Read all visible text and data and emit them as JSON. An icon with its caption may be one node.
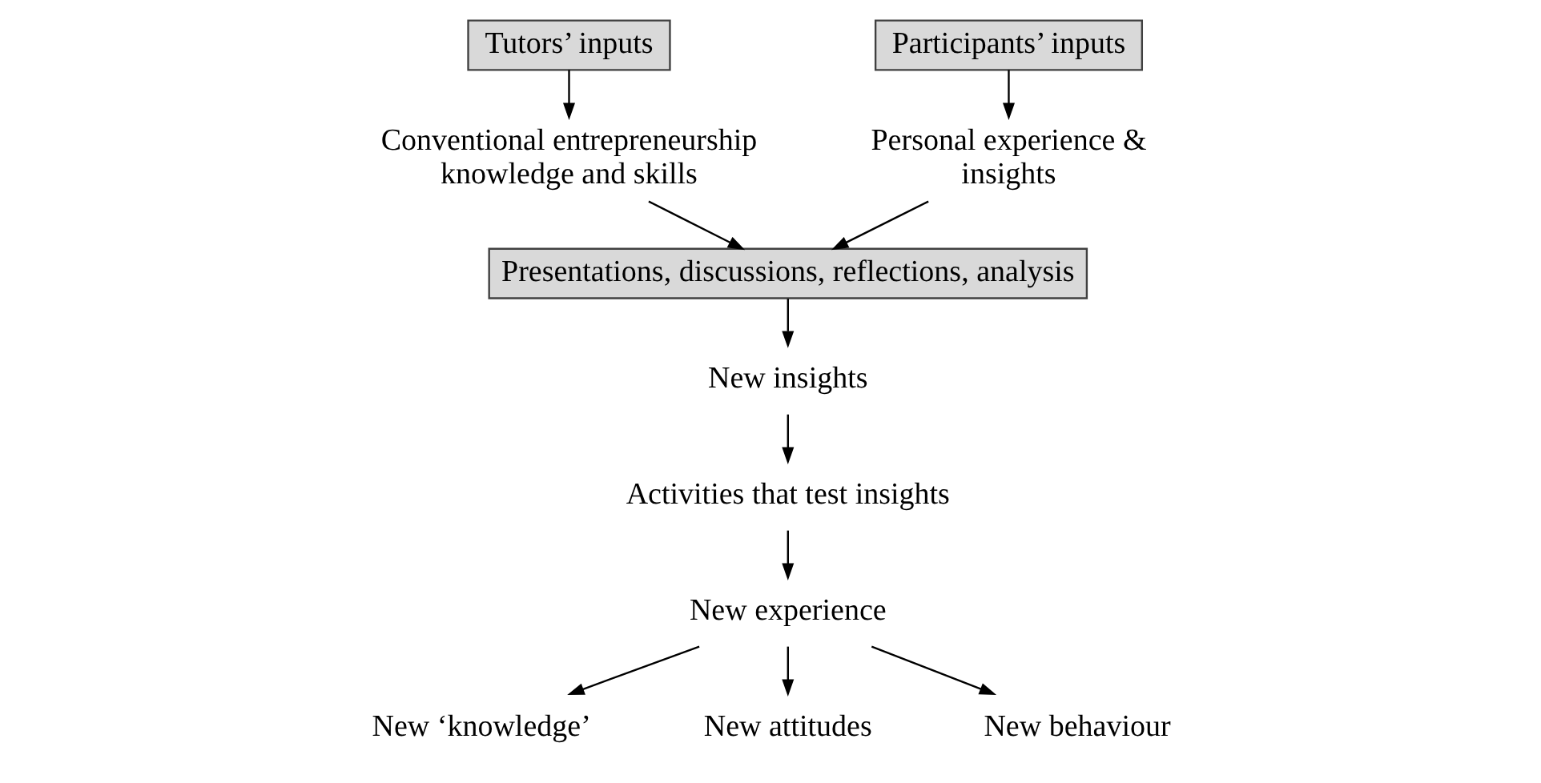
{
  "diagram": {
    "nodes": [
      {
        "text": [
          "Tutors’ inputs"
        ]
      },
      {
        "text": [
          "Participants’ inputs"
        ]
      },
      {
        "text": [
          "Conventional entrepreneurship knowledge and skills"
        ]
      },
      {
        "text": [
          "Personal experience & insights"
        ]
      },
      {
        "text": [
          "Presentations, discussions, reflections, analysis"
        ]
      },
      {
        "text": [
          "New insights"
        ]
      },
      {
        "text": [
          "Activities that test insights"
        ]
      },
      {
        "text": [
          "New experience"
        ]
      },
      {
        "text": [
          "New ‘knowledge’"
        ]
      },
      {
        "text": [
          "New attitudes"
        ]
      },
      {
        "text": [
          "New behaviour"
        ]
      }
    ],
    "edges": [
      {
        "from": 0,
        "to": 2,
        "arrow": "to"
      },
      {
        "from": 1,
        "to": 3,
        "arrow": "to"
      },
      {
        "from": 2,
        "to": 4,
        "arrow": "to"
      },
      {
        "from": 3,
        "to": 4,
        "arrow": "to"
      },
      {
        "from": 4,
        "to": 5,
        "arrow": "to"
      },
      {
        "from": 5,
        "to": 6,
        "arrow": "to"
      },
      {
        "from": 6,
        "to": 7,
        "arrow": "to"
      },
      {
        "from": 7,
        "to": 8,
        "arrow": "to"
      },
      {
        "from": 7,
        "to": 9,
        "arrow": "to"
      },
      {
        "from": 7,
        "to": 10,
        "arrow": "to"
      }
    ]
  }
}
